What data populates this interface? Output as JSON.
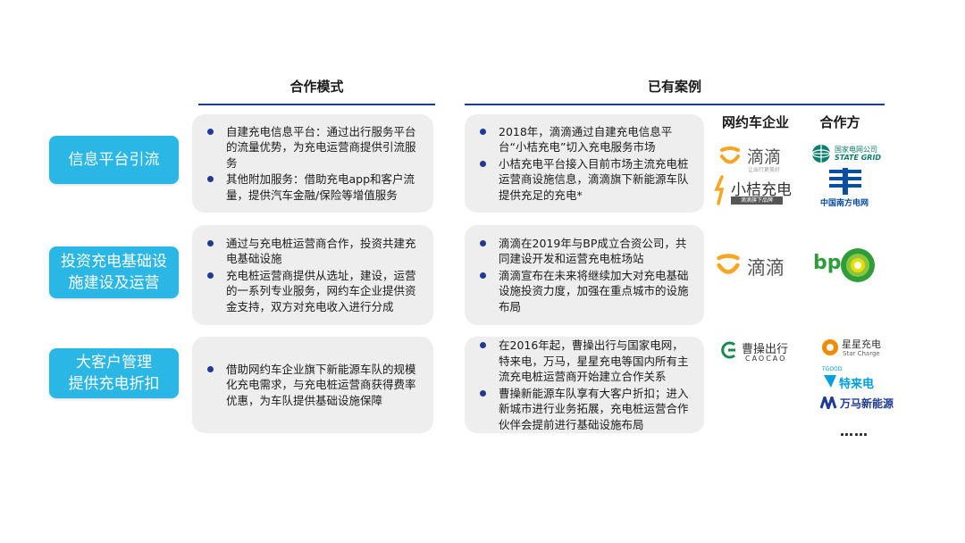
{
  "headers": {
    "cooperation_mode": "合作模式",
    "existing_cases": "已有案例",
    "ride_hailing": "网约车企业",
    "partners": "合作方"
  },
  "rows": [
    {
      "label": "信息平台引流",
      "mode_bullets": [
        "自建充电信息平台：通过出行服务平台的流量优势，为充电运营商提供引流服务",
        "其他附加服务：借助充电app和客户流量，提供汽车金融/保险等增值服务"
      ],
      "case_bullets": [
        "2018年，滴滴通过自建充电信息平台“小桔充电”切入充电服务市场",
        "小桔充电平台接入目前市场主流充电桩运营商设施信息，滴滴旗下新能源车队提供充足的充电*"
      ]
    },
    {
      "label": "投资充电基础设\n施建设及运营",
      "mode_bullets": [
        "通过与充电桩运营商合作，投资共建充电基础设施",
        "充电桩运营商提供从选址，建设，运营的一系列专业服务，网约车企业提供资金支持，双方对充电收入进行分成"
      ],
      "case_bullets": [
        "滴滴在2019年与BP成立合资公司，共同建设开发和运营充电桩场站",
        "滴滴宣布在未来将继续加大对充电基础设施投资力度，加强在重点城市的设施布局"
      ]
    },
    {
      "label": "大客户管理\n提供充电折扣",
      "mode_bullets": [
        "借助网约车企业旗下新能源车队的规模化充电需求，与充电桩运营商获得费率优惠，为车队提供基础设施保障"
      ],
      "case_bullets": [
        "在2016年起，曹操出行与国家电网，特来电，万马，星星充电等国内所有主流充电桩运营商开始建立合作关系",
        "曹操新能源车队享有大客户折扣；进入新城市进行业务拓展，充电桩运营合作伙伴会提前进行基础设施布局"
      ]
    }
  ],
  "logos": {
    "didi": "滴滴",
    "didi_sub": "让出行更美好",
    "xiaoju": "小桔充电",
    "xiaoju_sub": "滴滴旗下品牌",
    "state_grid_cn": "国家电网公司",
    "state_grid_en": "STATE GRID",
    "csg": "中国南方电网",
    "bp": "bp",
    "caocao_cn": "曹操出行",
    "caocao_en": "CAOCAO",
    "star_cn": "星星充电",
    "star_en": "Star Charge",
    "teld": "特来电",
    "teld_en": "TGOOD",
    "wanma": "万马新能源",
    "more": "……"
  },
  "colors": {
    "label_bg": "#2ab7e6",
    "rule": "#1f3a93",
    "bullet": "#1f3a93",
    "card_bg": "#eeeeee",
    "didi_orange": "#f5a623",
    "bp_green": "#2e9d3a",
    "bp_yellow": "#e6e000",
    "csg_blue": "#0a4ea2",
    "caocao_green": "#1a8a4e"
  }
}
